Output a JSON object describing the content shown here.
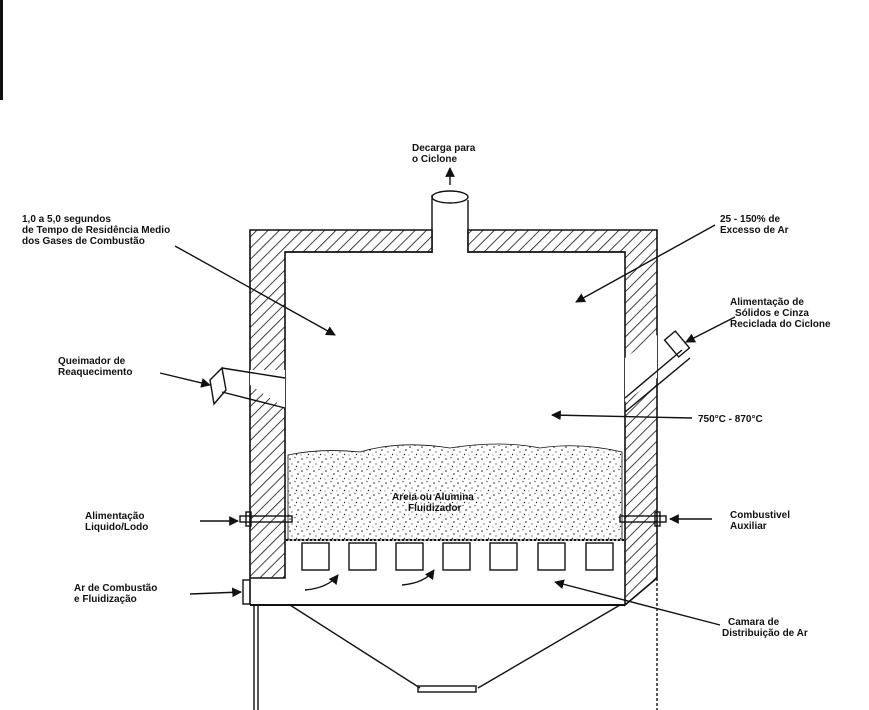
{
  "labels": {
    "discharge": [
      "Decarga para",
      "o Ciclone"
    ],
    "residence": [
      "1,0 a 5,0 segundos",
      "de Tempo de Residência Medio",
      "dos Gases de Combustão"
    ],
    "excess_air": [
      "25 - 150% de",
      "Excesso de Ar"
    ],
    "solids_feed": [
      "Alimentação de",
      "Sólidos e Cinza",
      "Reciclada do Ciclone"
    ],
    "burner": [
      "Queimador de",
      "Reaquecimento"
    ],
    "temperature": [
      "750°C - 870°C"
    ],
    "bed": [
      "Areia ou Alumina",
      "Fluidizador"
    ],
    "liquid_feed": [
      "Alimentação",
      "Liquido/Lodo"
    ],
    "aux_fuel": [
      "Combustivel",
      "Auxiliar"
    ],
    "combustion_air": [
      "Ar de Combustão",
      "e Fluidização"
    ],
    "chamber": [
      "Camara de",
      "Distribuição de Ar"
    ]
  }
}
